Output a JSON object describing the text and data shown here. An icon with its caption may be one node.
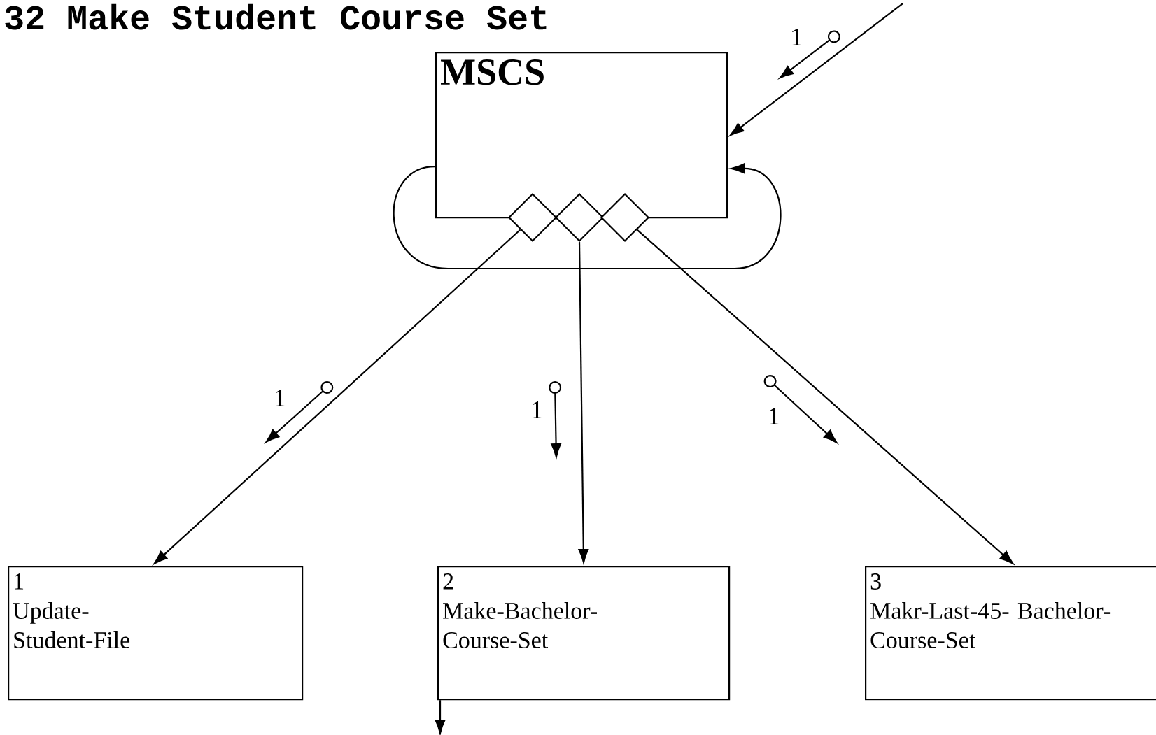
{
  "diagram": {
    "title": "32 Make Student Course Set",
    "nodes": [
      {
        "text": [
          "MSCS"
        ]
      },
      {
        "text": [],
        "shape": "diamond"
      },
      {
        "text": [],
        "shape": "diamond"
      },
      {
        "text": [],
        "shape": "diamond"
      },
      {
        "text": [
          "1",
          "Update- Student-File"
        ]
      },
      {
        "text": [
          "2",
          "Make-Bachelor- Course-Set"
        ]
      },
      {
        "text": [
          "3",
          "Makr-Last-45- Bachelor-Course-Set"
        ]
      }
    ],
    "edges": [
      {
        "from": null,
        "to": 0,
        "arrow": "to"
      },
      {
        "from": 0,
        "to": 0,
        "arrow": "to"
      },
      {
        "from": 1,
        "to": 4,
        "arrow": "to"
      },
      {
        "from": 2,
        "to": 5,
        "arrow": "to"
      },
      {
        "from": 3,
        "to": 6,
        "arrow": "to"
      },
      {
        "from": 5,
        "to": null,
        "arrow": "to"
      }
    ],
    "labels": [
      "1",
      "1",
      "1",
      "1"
    ]
  }
}
